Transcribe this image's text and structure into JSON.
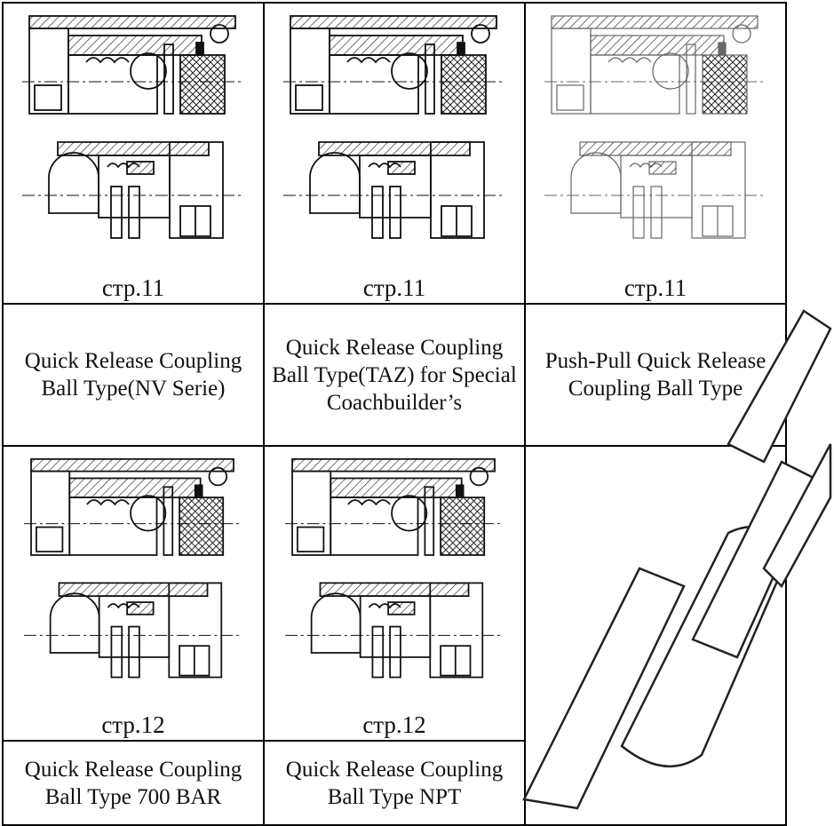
{
  "cells": [
    {
      "ref": "стр.11",
      "desc": "Quick Release Coupling Ball Type(NV Serie)"
    },
    {
      "ref": "стр.11",
      "desc": "Quick Release Coupling Ball Type(TAZ) for Special Coachbuilder’s"
    },
    {
      "ref": "стр.11",
      "desc": "Push-Pull Quick Release Coupling Ball Type"
    },
    {
      "ref": "стр.12",
      "desc": "Quick Release Coupling Ball Type 700 BAR"
    },
    {
      "ref": "стр.12",
      "desc": "Quick Release Coupling Ball Type NPT"
    }
  ],
  "colors": {
    "line": "#000000",
    "background": "#ffffff",
    "watermark": "#e6e6e6"
  }
}
